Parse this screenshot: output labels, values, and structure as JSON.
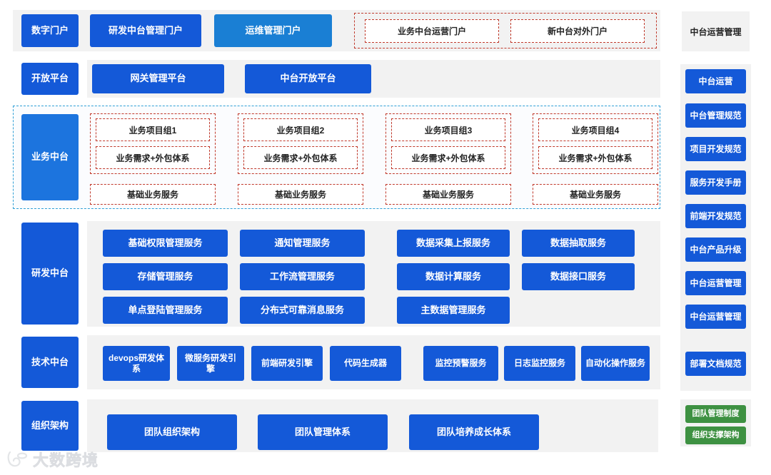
{
  "rows": {
    "portals": {
      "label": "数字门户",
      "items": [
        {
          "label": "研发中台管理门户"
        },
        {
          "label": "运维管理门户"
        }
      ],
      "dashed_group": [
        {
          "label": "业务中台运营门户"
        },
        {
          "label": "新中台对外门户"
        }
      ]
    },
    "open_platform": {
      "label": "开放平台",
      "items": [
        {
          "label": "网关管理平台"
        },
        {
          "label": "中台开放平台"
        }
      ]
    },
    "business": {
      "label": "业务中台",
      "groups": [
        {
          "title": "业务项目组1",
          "subtitle": "业务需求+外包体系",
          "basic": "基础业务服务"
        },
        {
          "title": "业务项目组2",
          "subtitle": "业务需求+外包体系",
          "basic": "基础业务服务"
        },
        {
          "title": "业务项目组3",
          "subtitle": "业务需求+外包体系",
          "basic": "基础业务服务"
        },
        {
          "title": "业务项目组4",
          "subtitle": "业务需求+外包体系",
          "basic": "基础业务服务"
        }
      ]
    },
    "rnd": {
      "label": "研发中台",
      "services": [
        "基础权限管理服务",
        "通知管理服务",
        "数据采集上报服务",
        "数据抽取服务",
        "存储管理服务",
        "工作流管理服务",
        "数据计算服务",
        "数据接口服务",
        "单点登陆管理服务",
        "分布式可靠消息服务",
        "主数据管理服务"
      ]
    },
    "tech": {
      "label": "技术中台",
      "services": [
        "devops研发体系",
        "微服务研发引擎",
        "前端研发引擎",
        "代码生成器",
        "监控预警服务",
        "日志监控服务",
        "自动化操作服务"
      ]
    },
    "org": {
      "label": "组织架构",
      "services": [
        "团队组织架构",
        "团队管理体系",
        "团队培养成长体系"
      ]
    }
  },
  "right_column": {
    "header": "中台运营管理",
    "items": [
      "中台运营",
      "中台管理规范",
      "项目开发规范",
      "服务开发手册",
      "前端开发规范",
      "中台产品升级",
      "中台运营管理",
      "中台运营管理",
      "部署文档规范"
    ],
    "green_items": [
      "团队管理制度",
      "组织支撑架构"
    ]
  },
  "watermark": {
    "text": "大数跨境"
  },
  "colors": {
    "primary_blue": "#1459d8",
    "light_blue": "#1a7fd4",
    "green": "#3e9142",
    "dashed_red": "#c0392b",
    "dashed_cyan": "#2f9fd6",
    "panel_gray": "#f2f2f2"
  }
}
